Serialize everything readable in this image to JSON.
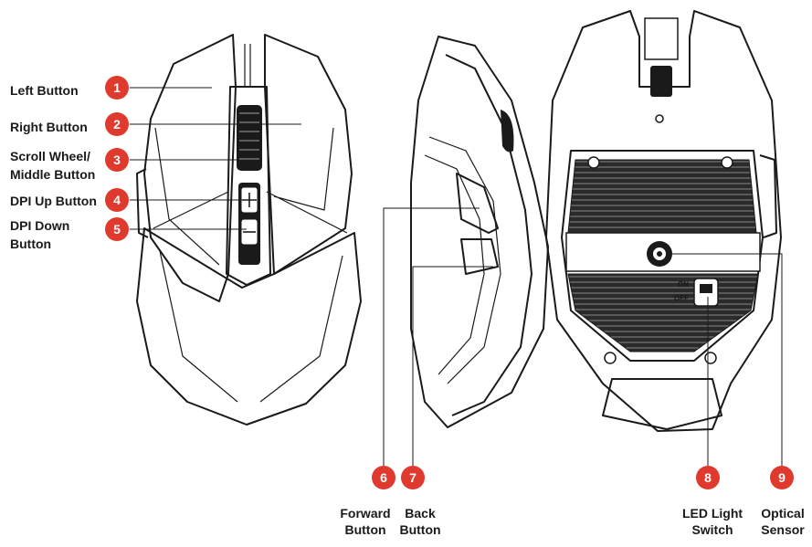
{
  "colors": {
    "badge": "#e03a2f",
    "ink": "#1a1a1a",
    "background": "#ffffff"
  },
  "callouts": [
    {
      "num": "1",
      "lines": [
        "Left Button"
      ]
    },
    {
      "num": "2",
      "lines": [
        "Right Button"
      ]
    },
    {
      "num": "3",
      "lines": [
        "Scroll Wheel/",
        "Middle Button"
      ]
    },
    {
      "num": "4",
      "lines": [
        "DPI Up Button"
      ]
    },
    {
      "num": "5",
      "lines": [
        "DPI Down",
        "Button"
      ]
    },
    {
      "num": "6",
      "lines": [
        "Forward",
        "Button"
      ]
    },
    {
      "num": "7",
      "lines": [
        "Back",
        "Button"
      ]
    },
    {
      "num": "8",
      "lines": [
        "LED Light",
        "Switch"
      ]
    },
    {
      "num": "9",
      "lines": [
        "Optical",
        "Sensor"
      ]
    }
  ],
  "switch_marks": {
    "on": "ON",
    "off": "OFF"
  },
  "views": {
    "top": "top-view",
    "side": "side-view",
    "bottom": "bottom-view"
  }
}
